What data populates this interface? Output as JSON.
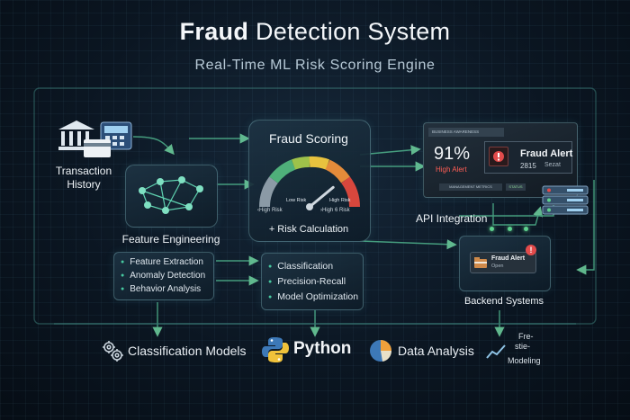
{
  "header": {
    "title_bold": "Fraud",
    "title_rest": "Detection System",
    "subtitle": "Real-Time ML Risk Scoring Engine"
  },
  "transaction": {
    "label_line1": "Transaction",
    "label_line2": "History"
  },
  "feature_engineering": {
    "label": "Feature Engineering",
    "items": [
      "Feature Extraction",
      "Anomaly Detection",
      "Behavior Analysis"
    ]
  },
  "fraud_scoring": {
    "title": "Fraud Scoring",
    "gauge_low": "Low Risk",
    "gauge_high": "High Risk",
    "gauge_left_label": "High Risk",
    "gauge_right_label": "High 6 Risk",
    "caption": "+ Risk Calculation",
    "needle_level": 0.78
  },
  "model_panel": {
    "items": [
      "Classification",
      "Precision-Recall",
      "Model Optimization"
    ]
  },
  "alert_dashboard": {
    "header_text": "BUSINESS AWARENESS",
    "score": "91%",
    "score_label": "High Alert",
    "alert_title": "Fraud Alert",
    "alert_sub1": "2815",
    "alert_sub2": "Sezat",
    "footer_left": "MANAGEMENT METRICS",
    "footer_right": "STATUS"
  },
  "api": {
    "label": "API Integration"
  },
  "backend": {
    "alert_title": "Fraud Alert",
    "alert_status": "Open",
    "label": "Backend Systems"
  },
  "bottom": {
    "models_label": "Classification Models",
    "python_label": "Python",
    "analysis_label": "Data Analysis",
    "modeling_line1": "Fre-",
    "modeling_line2": "stie-",
    "modeling_line3": "Modeling"
  },
  "colors": {
    "accent_green": "#5fd28e",
    "alert_red": "#e24b4b",
    "python_blue": "#3d79b8",
    "python_yellow": "#f0c23a"
  }
}
